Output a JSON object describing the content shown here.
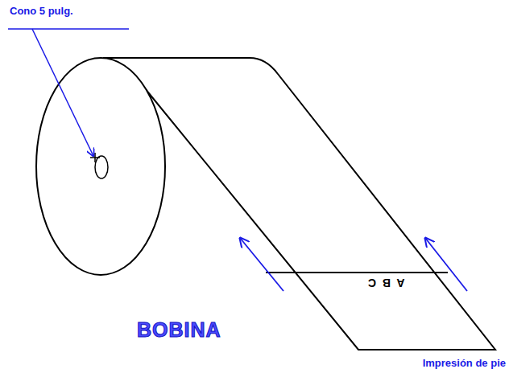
{
  "diagram": {
    "labels": [
      "Cono 5 pulg.",
      "A B C",
      "BOBINA",
      "Impresión de pie"
    ]
  }
}
